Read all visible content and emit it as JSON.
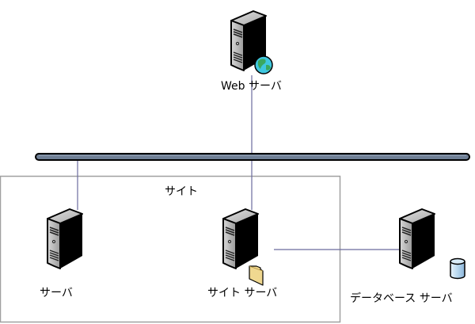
{
  "diagram": {
    "type": "network-topology",
    "nodes": {
      "web_server": {
        "label": "Web サーバ",
        "icon": "server-with-globe"
      },
      "server": {
        "label": "サーバ",
        "icon": "server"
      },
      "site_server": {
        "label": "サイト サーバ",
        "icon": "server-with-folder"
      },
      "database_server": {
        "label": "データベース サーバ",
        "icon": "server-with-database"
      }
    },
    "group": {
      "label": "サイト",
      "members": [
        "server",
        "site_server"
      ]
    },
    "bus": {
      "name": "network-bus"
    },
    "connections": [
      {
        "from": "web_server",
        "to": "network-bus"
      },
      {
        "from": "server",
        "to": "network-bus"
      },
      {
        "from": "site_server",
        "to": "network-bus"
      },
      {
        "from": "site_server",
        "to": "database_server"
      }
    ],
    "colors": {
      "line": "#6a6a9e",
      "bus_fill": "#6f7f95",
      "bus_outline": "#000000",
      "group_border": "#a0a0a0",
      "server_front": "#b4b4b4",
      "server_side": "#000000",
      "globe_ocean": "#3fc7e0",
      "globe_land": "#3aa860",
      "folder": "#f0d890",
      "database": "#b8d8ef"
    }
  }
}
